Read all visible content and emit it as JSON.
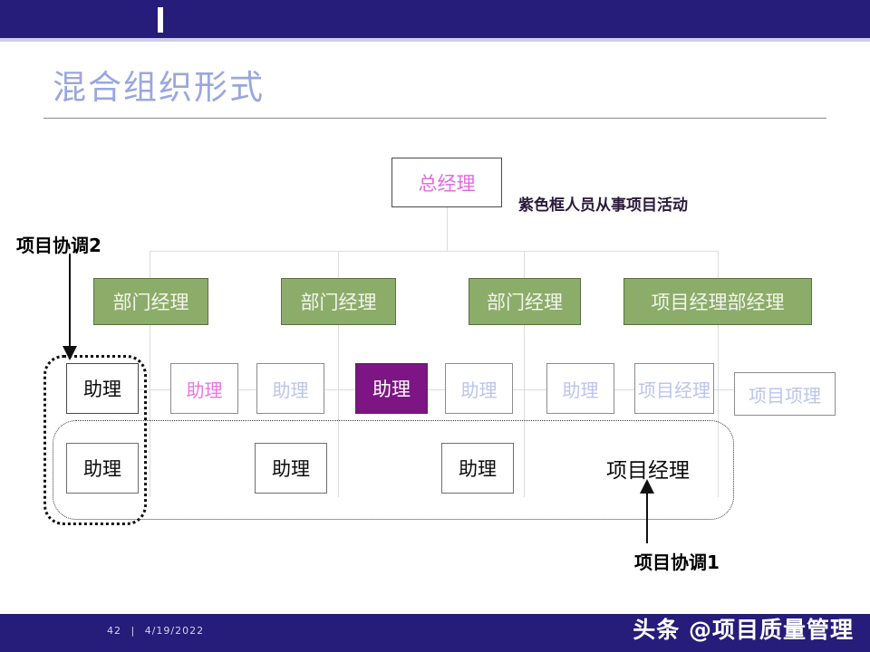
{
  "header": {
    "bar_color": "#261C7A",
    "cursor_mark": "|"
  },
  "title": {
    "text": "混合组织形式",
    "color": "#9AA7DE"
  },
  "diagram": {
    "top_node": {
      "label": "总经理",
      "text_color": "#E36BE0"
    },
    "note": {
      "text": "紫色框人员从事项目活动"
    },
    "manager_row": [
      {
        "label": "部门经理"
      },
      {
        "label": "部门经理"
      },
      {
        "label": "部门经理"
      },
      {
        "label": "项目经理部经理"
      }
    ],
    "staff_row": [
      {
        "label": "助理",
        "style": "black"
      },
      {
        "label": "助理",
        "style": "pink"
      },
      {
        "label": "助理",
        "style": "periwinkle"
      },
      {
        "label": "助理",
        "style": "purple-fill"
      },
      {
        "label": "助理",
        "style": "periwinkle"
      },
      {
        "label": "助理",
        "style": "periwinkle"
      },
      {
        "label": "项目经理",
        "style": "periwinkle"
      },
      {
        "label": "项目项理",
        "style": "periwinkle"
      }
    ],
    "project_row": [
      {
        "label": "助理",
        "style": "black",
        "boxed": true
      },
      {
        "label": "助理",
        "style": "black",
        "boxed": true
      },
      {
        "label": "助理",
        "style": "black",
        "boxed": true
      },
      {
        "label": "项目经理",
        "style": "black",
        "boxed": false
      }
    ],
    "callouts": {
      "coordination_2": "项目协调2",
      "coordination_1": "项目协调1"
    },
    "colors": {
      "green_fill": "#8CAC6A",
      "purple_fill": "#7D1585",
      "pink_text": "#EF74E6",
      "periwinkle_text": "#BCC4EE"
    }
  },
  "footer": {
    "page_number": "42",
    "separator": "|",
    "date": "4/19/2022",
    "watermark": "头条 @项目质量管理"
  }
}
